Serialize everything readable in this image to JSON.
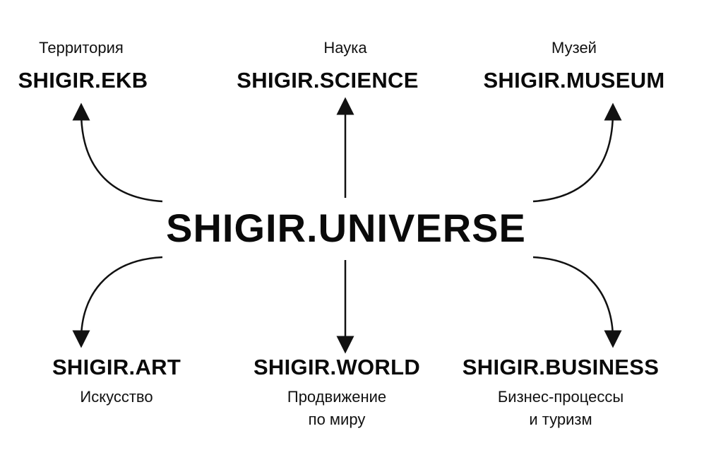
{
  "center": "SHIGIR.UNIVERSE",
  "nodes": [
    {
      "brand": "SHIGIR.EKB",
      "label": "Территория"
    },
    {
      "brand": "SHIGIR.SCIENCE",
      "label": "Наука"
    },
    {
      "brand": "SHIGIR.MUSEUM",
      "label": "Музей"
    },
    {
      "brand": "SHIGIR.ART",
      "label": "Искусство"
    },
    {
      "brand": "SHIGIR.WORLD",
      "label_line1": "Продвижение",
      "label_line2": "по миру"
    },
    {
      "brand": "SHIGIR.BUSINESS",
      "label_line1": "Бизнес-процессы",
      "label_line2": "и туризм"
    }
  ]
}
